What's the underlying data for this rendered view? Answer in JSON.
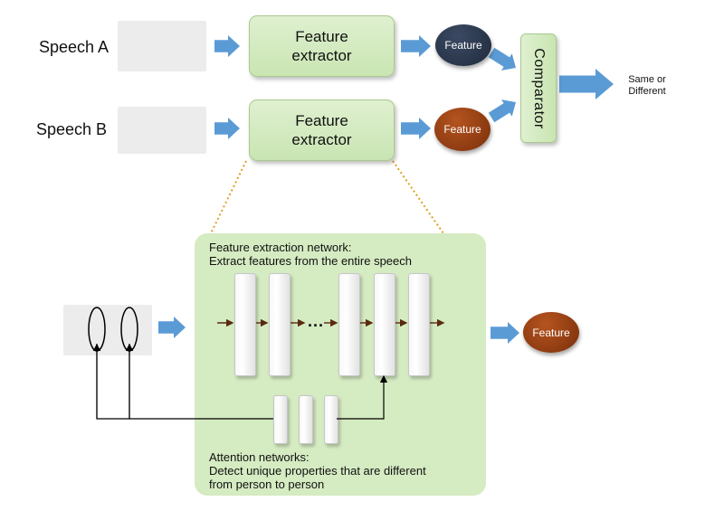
{
  "top": {
    "speech_a": {
      "label": "Speech A",
      "wave_color": "#2f4f7f"
    },
    "speech_b": {
      "label": "Speech B",
      "wave_color": "#a3321c"
    },
    "extractor_a": {
      "line1": "Feature",
      "line2": "extractor"
    },
    "extractor_b": {
      "line1": "Feature",
      "line2": "extractor"
    },
    "feature_a": "Feature",
    "feature_b": "Feature",
    "comparator": "Comparator",
    "result": {
      "line1": "Same or",
      "line2": "Different"
    }
  },
  "network": {
    "title_line1": "Feature extraction network:",
    "title_line2": "Extract features from the entire speech",
    "ellipsis": "...",
    "attention_line1": "Attention networks:",
    "attention_line2": "Detect unique properties that are different",
    "attention_line3": "from person to person",
    "output_feature": "Feature",
    "input_wave_color": "#a3321c"
  },
  "colors": {
    "arrow_blue": "#5b9bd5",
    "box_green": "#d5ebc2",
    "dotted_connector": "#e0a020",
    "feature_dark": "#2a3850",
    "feature_brown": "#8e3a0f"
  }
}
